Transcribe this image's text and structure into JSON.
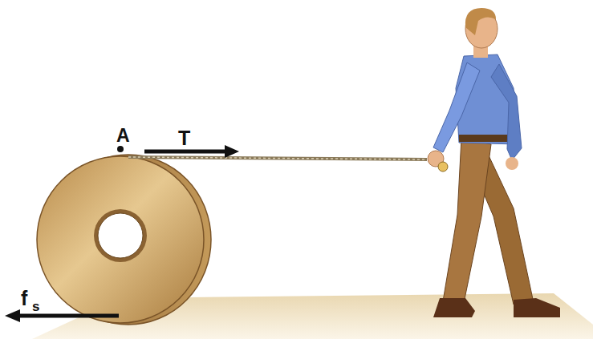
{
  "diagram": {
    "labels": [
      "A",
      "T",
      "f",
      "s"
    ]
  }
}
